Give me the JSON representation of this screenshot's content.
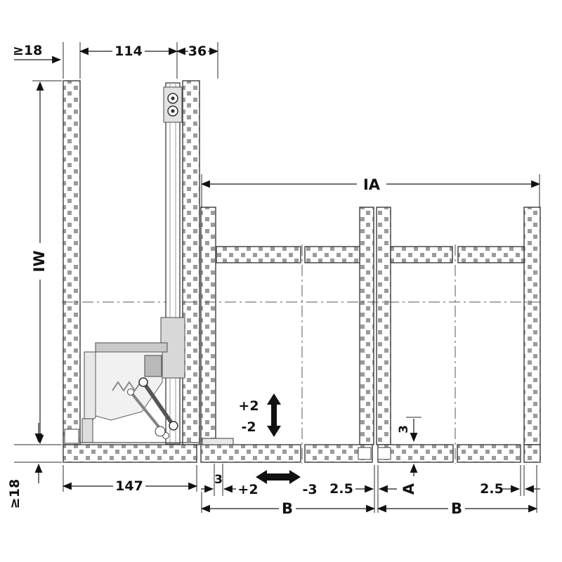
{
  "dims": {
    "min_top": "≥18",
    "w114": "114",
    "w36": "36",
    "ia": "IA",
    "iw": "IW",
    "w147": "147",
    "gap3_bottom": "3",
    "h_plus2": "+2",
    "h_minus3": "-3",
    "gap25_mid": "2.5",
    "gap25_right": "2.5",
    "b_left": "B",
    "b_right": "B",
    "min_bottom": "≥18",
    "v_plus2": "+2",
    "v_minus2": "-2",
    "gap3_right": "3",
    "a": "A"
  },
  "colors": {
    "line": "#1a1a1a",
    "hatch": "#9b9b9b",
    "background": "#ffffff"
  }
}
